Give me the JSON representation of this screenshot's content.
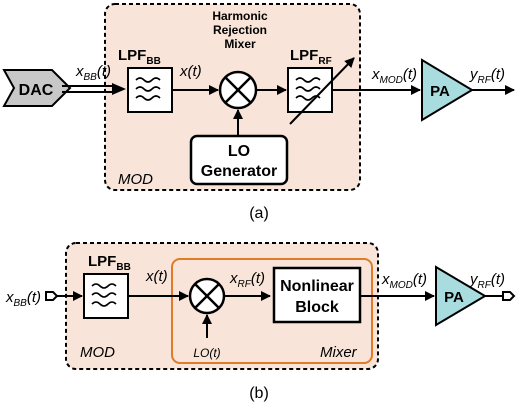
{
  "diagram_a": {
    "dac_label": "DAC",
    "signal_in": {
      "base": "x",
      "sub": "BB",
      "arg": "(t)"
    },
    "lpf_bb": {
      "base": "LPF",
      "sub": "BB"
    },
    "x_signal": "x(t)",
    "mixer_title": [
      "Harmonic",
      "Rejection",
      "Mixer"
    ],
    "lpf_rf": {
      "base": "LPF",
      "sub": "RF"
    },
    "lo_generator": [
      "LO",
      "Generator"
    ],
    "signal_mod": {
      "base": "x",
      "sub": "MOD",
      "arg": "(t)"
    },
    "pa_label": "PA",
    "signal_out": {
      "base": "y",
      "sub": "RF",
      "arg": "(t)"
    },
    "region_label": "MOD",
    "caption": "(a)"
  },
  "diagram_b": {
    "signal_in": {
      "base": "x",
      "sub": "BB",
      "arg": "(t)"
    },
    "lpf_bb": {
      "base": "LPF",
      "sub": "BB"
    },
    "x_signal": "x(t)",
    "signal_rf": {
      "base": "x",
      "sub": "RF",
      "arg": "(t)"
    },
    "nonlinear_block": [
      "Nonlinear",
      "Block"
    ],
    "lo_label": "LO(t)",
    "mixer_label": "Mixer",
    "signal_mod": {
      "base": "x",
      "sub": "MOD",
      "arg": "(t)"
    },
    "pa_label": "PA",
    "signal_out": {
      "base": "y",
      "sub": "RF",
      "arg": "(t)"
    },
    "region_label": "MOD",
    "caption": "(b)"
  },
  "colors": {
    "mod_fill": "#f8e4d8",
    "pa_fill": "#a9dcdf",
    "mixer_border": "#e07b2a",
    "ink": "#000000"
  },
  "icons": [
    "lowpass-filter-icon",
    "mixer-multiplier-icon",
    "dac-block-icon",
    "pa-amplifier-icon"
  ]
}
